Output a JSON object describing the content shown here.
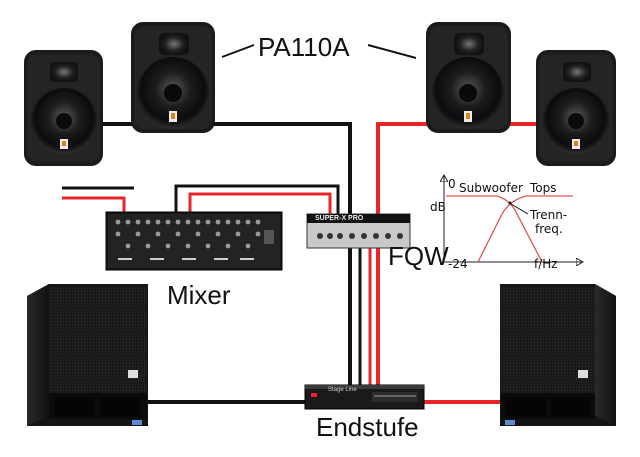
{
  "labels": {
    "speakers": "PA110A",
    "mixer": "Mixer",
    "crossover": "FQW",
    "amplifier": "Endstufe"
  },
  "graph": {
    "y_top": "0",
    "y_unit": "dB",
    "y_bottom": "-24",
    "x_unit": "f/Hz",
    "sub_label": "Subwoofer",
    "tops_label": "Tops",
    "xover_line1": "Trenn-",
    "xover_line2": "freq."
  },
  "devices": {
    "crossover_brand": "SUPER-X PRO",
    "amp_brand": "Stage Line"
  },
  "colors": {
    "cable_black": "#111111",
    "cable_red": "#e8262a",
    "graph_red": "#e0564f"
  }
}
